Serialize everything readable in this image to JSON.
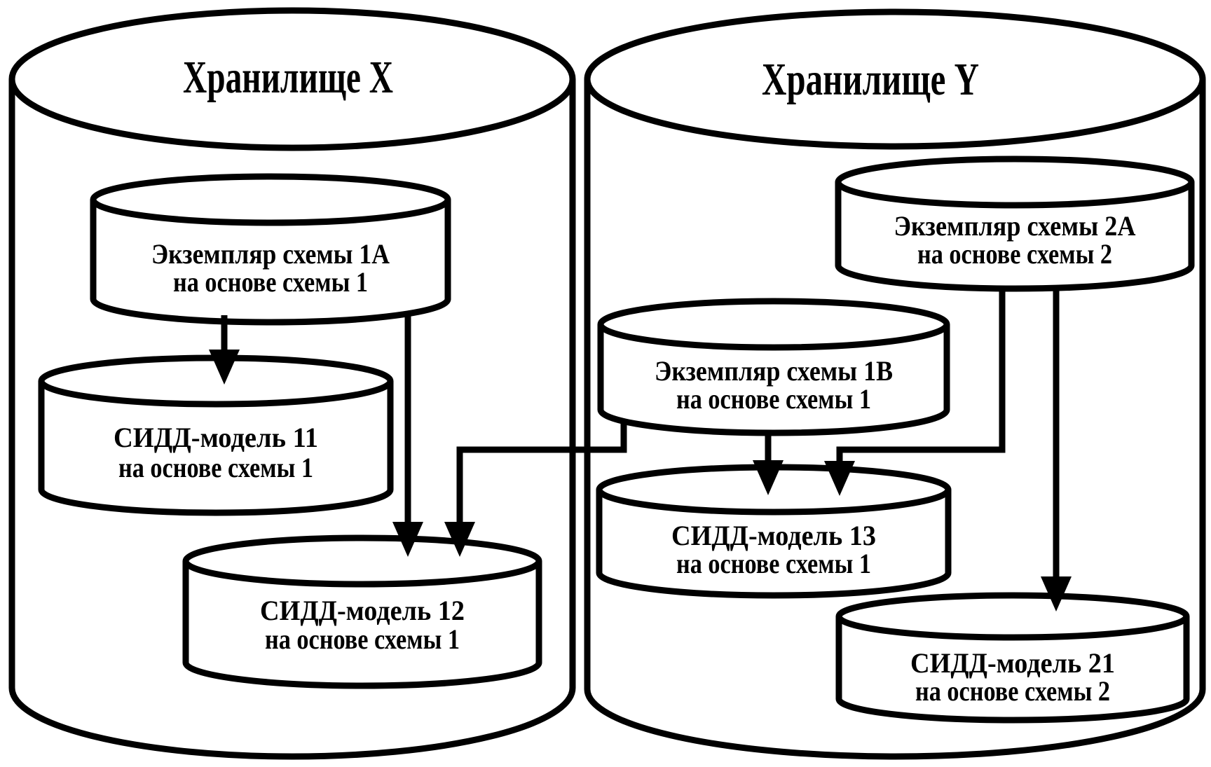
{
  "colors": {
    "ink": "#000000",
    "paper": "#ffffff"
  },
  "storage_x": {
    "title": "Хранилище X",
    "cylinders": {
      "schema_1a": {
        "line1": "Экземпляр схемы 1А",
        "line2": "на основе схемы 1"
      },
      "model_11": {
        "line1": "СИДД-модель 11",
        "line2": "на основе схемы 1"
      },
      "model_12": {
        "line1": "СИДД-модель 12",
        "line2": "на основе схемы 1"
      }
    }
  },
  "storage_y": {
    "title": "Хранилище Y",
    "cylinders": {
      "schema_2a": {
        "line1": "Экземпляр схемы 2А",
        "line2": "на основе схемы 2"
      },
      "schema_1b": {
        "line1": "Экземпляр схемы 1В",
        "line2": "на основе схемы 1"
      },
      "model_13": {
        "line1": "СИДД-модель 13",
        "line2": "на основе схемы 1"
      },
      "model_21": {
        "line1": "СИДД-модель 21",
        "line2": "на основе схемы 2"
      }
    }
  },
  "arrows": [
    {
      "from": "schema_1a",
      "to": "model_11"
    },
    {
      "from": "schema_1a",
      "to": "model_12"
    },
    {
      "from": "schema_1b",
      "to": "model_12"
    },
    {
      "from": "schema_1b",
      "to": "model_13"
    },
    {
      "from": "schema_2a",
      "to": "model_13"
    },
    {
      "from": "schema_2a",
      "to": "model_21"
    }
  ]
}
